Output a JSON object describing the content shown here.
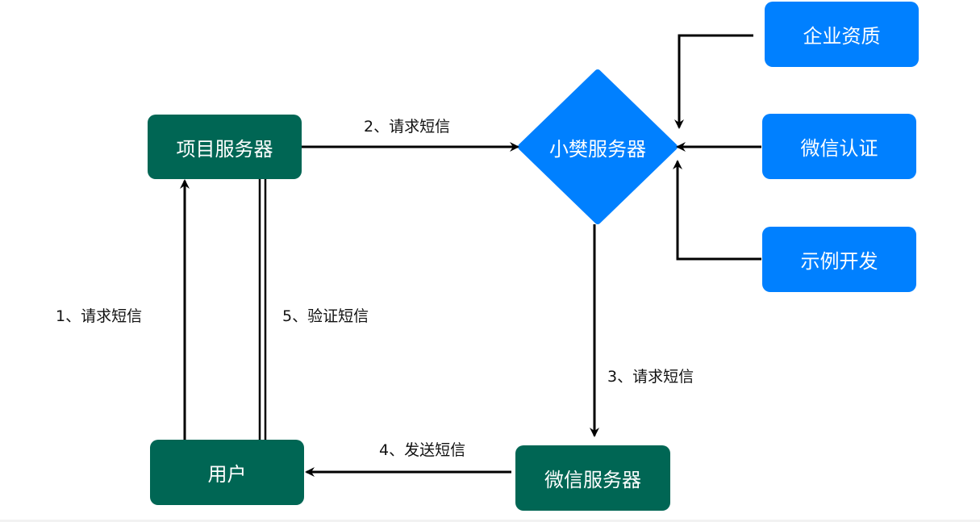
{
  "nodes": {
    "project_server": "项目服务器",
    "xiaofan_server": "小樊服务器",
    "enterprise_qual": "企业资质",
    "wechat_cert": "微信认证",
    "example_dev": "示例开发",
    "user": "用户",
    "wechat_server": "微信服务器"
  },
  "edges": {
    "step1": "1、请求短信",
    "step2": "2、请求短信",
    "step3": "3、请求短信",
    "step4": "4、发送短信",
    "step5": "5、验证短信"
  },
  "colors": {
    "green": "#006654",
    "blue": "#0080ff",
    "line": "#000000"
  }
}
